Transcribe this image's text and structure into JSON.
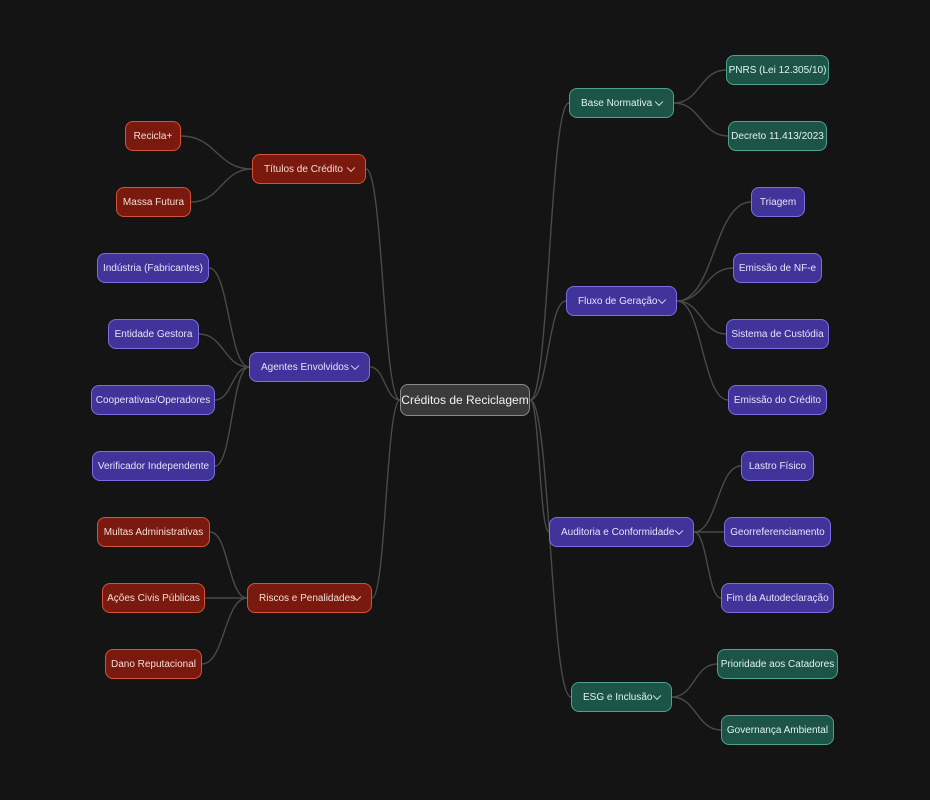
{
  "root": {
    "label": "Créditos de Reciclagem"
  },
  "branches": {
    "titulos": {
      "label": "Títulos de Crédito",
      "children": [
        "Recicla+",
        "Massa Futura"
      ]
    },
    "agentes": {
      "label": "Agentes Envolvidos",
      "children": [
        "Indústria (Fabricantes)",
        "Entidade Gestora",
        "Cooperativas/Operadores",
        "Verificador Independente"
      ]
    },
    "riscos": {
      "label": "Riscos e Penalidades",
      "children": [
        "Multas Administrativas",
        "Ações Civis Públicas",
        "Dano Reputacional"
      ]
    },
    "base": {
      "label": "Base Normativa",
      "children": [
        "PNRS (Lei 12.305/10)",
        "Decreto 11.413/2023"
      ]
    },
    "fluxo": {
      "label": "Fluxo de Geração",
      "children": [
        "Triagem",
        "Emissão de NF-e",
        "Sistema de Custódia",
        "Emissão do Crédito"
      ]
    },
    "auditoria": {
      "label": "Auditoria e Conformidade",
      "children": [
        "Lastro Físico",
        "Georreferenciamento",
        "Fim da Autodeclaração"
      ]
    },
    "esg": {
      "label": "ESG e Inclusão",
      "children": [
        "Prioridade aos Catadores",
        "Governança Ambiental"
      ]
    }
  },
  "colors": {
    "background": "#141414",
    "edge": "#4a4a4a",
    "red_fill": "#7a1a0e",
    "purple_fill": "#40349a",
    "green_fill": "#1c5448",
    "root_fill": "#3a3a3a"
  },
  "icons": {
    "collapse": "chevron-down-icon"
  }
}
